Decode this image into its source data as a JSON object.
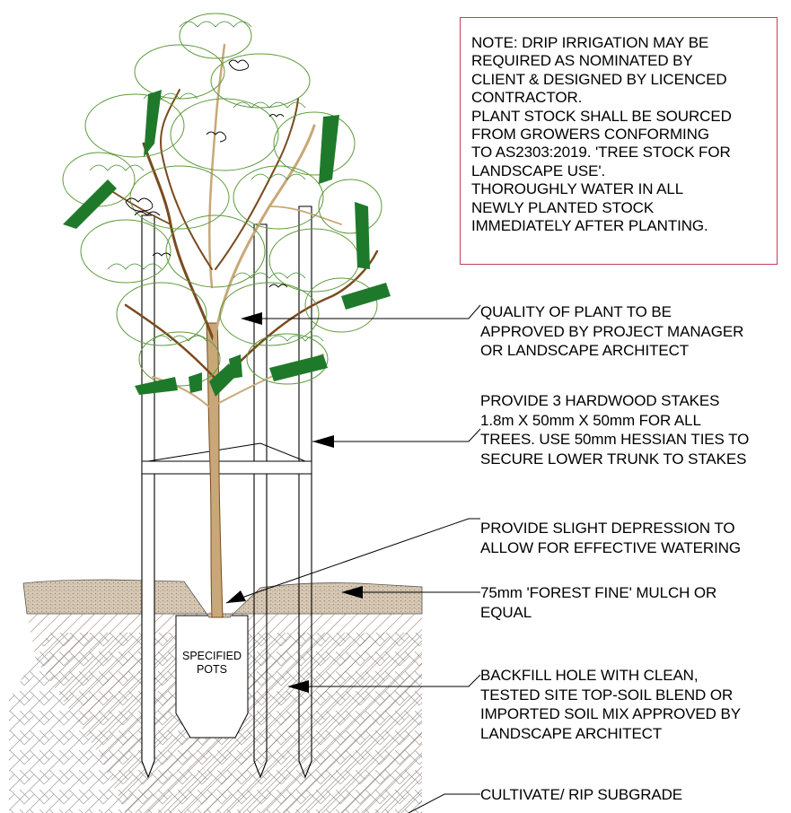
{
  "note": {
    "lines": [
      "NOTE: DRIP IRRIGATION MAY BE",
      "REQUIRED AS NOMINATED BY",
      "CLIENT & DESIGNED BY LICENCED",
      "CONTRACTOR.",
      "PLANT STOCK SHALL BE SOURCED",
      "FROM GROWERS CONFORMING",
      "TO AS2303:2019. 'TREE STOCK FOR",
      "LANDSCAPE USE'.",
      "THOROUGHLY WATER IN ALL",
      "NEWLY PLANTED STOCK",
      "IMMEDIATELY AFTER PLANTING."
    ]
  },
  "labels": {
    "quality": [
      "QUALITY OF PLANT TO BE",
      "APPROVED BY PROJECT MANAGER",
      "OR LANDSCAPE ARCHITECT"
    ],
    "stakes": [
      "PROVIDE 3 HARDWOOD STAKES",
      "1.8m X 50mm X 50mm FOR ALL",
      "TREES. USE 50mm HESSIAN TIES TO",
      "SECURE LOWER TRUNK TO STAKES"
    ],
    "depression": [
      "PROVIDE SLIGHT DEPRESSION TO",
      "ALLOW FOR EFFECTIVE WATERING"
    ],
    "mulch": [
      "75mm 'FOREST FINE' MULCH OR",
      "EQUAL"
    ],
    "backfill": [
      "BACKFILL HOLE WITH CLEAN,",
      "TESTED SITE TOP-SOIL BLEND OR",
      "IMPORTED SOIL MIX APPROVED BY",
      "LANDSCAPE ARCHITECT"
    ],
    "subgrade": [
      "CULTIVATE/ RIP SUBGRADE"
    ]
  },
  "pots_label": [
    "SPECIFIED",
    "POTS"
  ],
  "colors": {
    "note_border": "#c0405a",
    "foliage_dark": "#1e7a2a",
    "foliage_light": "#5e9a3a",
    "branch_dark": "#7a4a1e",
    "branch_light": "#c8a878",
    "mulch": "#c9b8a0",
    "soil_hatch": "#8a5a48",
    "subgrade_hatch": "#a8a8a8"
  }
}
